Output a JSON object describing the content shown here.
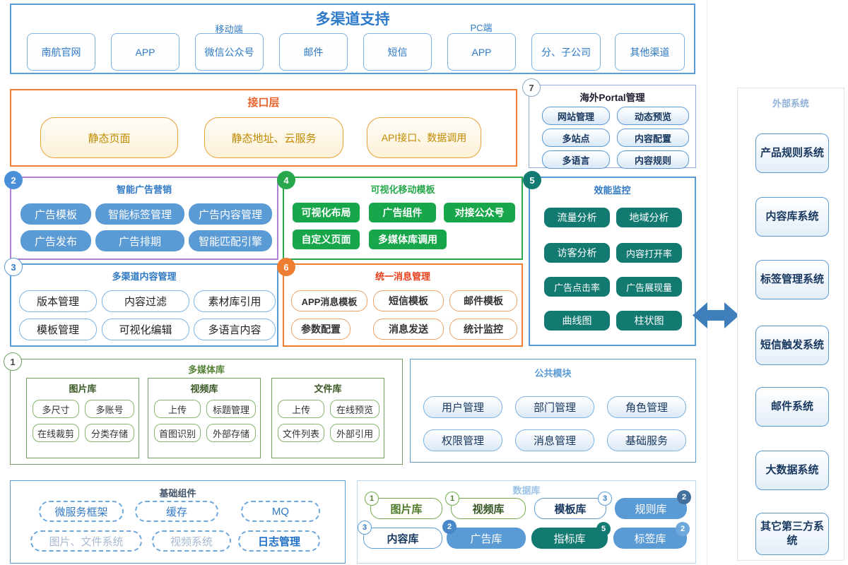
{
  "colors": {
    "blue_border": "#5B9BD5",
    "blue_text": "#3079C5",
    "solid_blue": "#5B9BD5",
    "badge_dark_blue": "#41719C",
    "purple_border": "#B07FD6",
    "green": "#17A74A",
    "green_border": "#28A74C",
    "olive_green": "#6FA05F",
    "teal": "#137A72",
    "orange": "#ED7D31",
    "gold_text": "#C08A00",
    "red_title": "#E8401C",
    "navy_text": "#17375E",
    "light_blue_title": "#9DC3E6",
    "arrow_blue": "#3D7EBB"
  },
  "channels": {
    "title": "多渠道支持",
    "mobile_label": "移动端",
    "pc_label": "PC端",
    "items": [
      "南航官网",
      "APP",
      "微信公众号",
      "邮件",
      "短信",
      "APP",
      "分、子公司",
      "其他渠道"
    ]
  },
  "interface_layer": {
    "title": "接口层",
    "items": [
      "静态页面",
      "静态地址、云服务",
      "API接口、数据调用"
    ]
  },
  "portal": {
    "badge": "7",
    "title": "海外Portal管理",
    "items": [
      "网站管理",
      "动态预览",
      "多站点",
      "内容配置",
      "多语言",
      "内容规则"
    ]
  },
  "ad_marketing": {
    "badge": "2",
    "title": "智能广告营销",
    "items": [
      "广告模板",
      "智能标签管理",
      "广告内容管理",
      "广告发布",
      "广告排期",
      "智能匹配引擎"
    ]
  },
  "mobile_template": {
    "badge": "4",
    "title": "可视化移动模板",
    "items": [
      "可视化布局",
      "广告组件",
      "对接公众号",
      "自定义页面",
      "多媒体库调用"
    ]
  },
  "monitoring": {
    "badge": "5",
    "title": "效能监控",
    "items": [
      "流量分析",
      "地域分析",
      "访客分析",
      "内容打开率",
      "广告点击率",
      "广告展现量",
      "曲线图",
      "柱状图"
    ]
  },
  "content_mgmt": {
    "badge": "3",
    "title": "多渠道内容管理",
    "items": [
      "版本管理",
      "内容过滤",
      "素材库引用",
      "模板管理",
      "可视化编辑",
      "多语言内容"
    ]
  },
  "message_mgmt": {
    "badge": "6",
    "title": "统一消息管理",
    "items": [
      "APP消息模板",
      "短信模板",
      "邮件模板",
      "参数配置",
      "消息发送",
      "统计监控"
    ]
  },
  "media_library": {
    "badge": "1",
    "title": "多媒体库",
    "groups": [
      {
        "title": "图片库",
        "items": [
          "多尺寸",
          "多账号",
          "在线裁剪",
          "分类存储"
        ]
      },
      {
        "title": "视频库",
        "items": [
          "上传",
          "标题管理",
          "首图识别",
          "外部存储"
        ]
      },
      {
        "title": "文件库",
        "items": [
          "上传",
          "在线预览",
          "文件列表",
          "外部引用"
        ]
      }
    ]
  },
  "common_modules": {
    "title": "公共模块",
    "items": [
      "用户管理",
      "部门管理",
      "角色管理",
      "权限管理",
      "消息管理",
      "基础服务"
    ]
  },
  "base_components": {
    "title": "基础组件",
    "items": [
      "微服务框架",
      "缓存",
      "MQ",
      "图片、文件系统",
      "视频系统",
      "日志管理"
    ]
  },
  "databases": {
    "title": "数据库",
    "items": [
      {
        "label": "图片库",
        "badge": "1"
      },
      {
        "label": "视频库",
        "badge": "1"
      },
      {
        "label": "模板库",
        "badge": "3"
      },
      {
        "label": "规则库",
        "badge": "2"
      },
      {
        "label": "内容库",
        "badge": "3"
      },
      {
        "label": "广告库",
        "badge": "2"
      },
      {
        "label": "指标库",
        "badge": "5"
      },
      {
        "label": "标签库",
        "badge": "2"
      }
    ]
  },
  "external_systems": {
    "title": "外部系统",
    "items": [
      "产品规则系统",
      "内容库系统",
      "标签管理系统",
      "短信触发系统",
      "邮件系统",
      "大数据系统",
      "其它第三方系统"
    ]
  }
}
